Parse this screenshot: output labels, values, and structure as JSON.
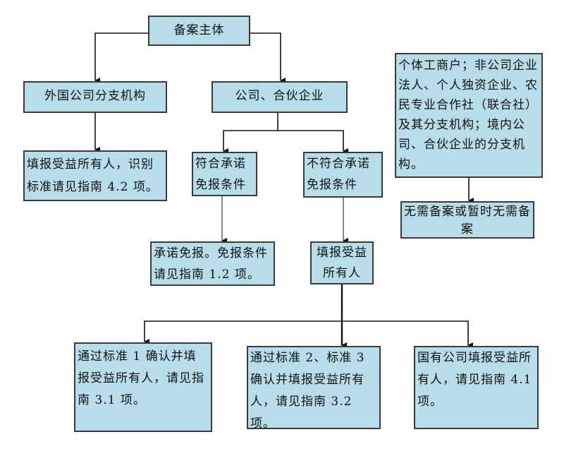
{
  "nodes": {
    "root": "备案主体",
    "foreign_branch": "外国公司分支机构",
    "company": "公司、合伙企业",
    "foreign_fill": "填报受益所有人，识别标准请见指南 4.2 项。",
    "meets_exempt": "符合承诺免报条件",
    "not_meets_exempt": "不符合承诺免报条件",
    "exempt_result": "承诺免报。免报条件请见指南 1.2 项。",
    "fill_owner": "填报受益所有人",
    "others": "个体工商户；非公司企业法人、个人独资企业、农民专业合作社（联合社）及其分支机构；境内公司、合伙企业的分支机构。",
    "no_filing": "无需备案或暂时无需备案",
    "std1": "通过标准 1 确认并填报受益所有人，请见指南 3.1 项。",
    "std23": "通过标准 2、标准 3 确认并填报受益所有人，请见指南 3.2 项。",
    "state_owned": "国有公司填报受益所有人，请见指南 4.1 项。"
  },
  "colors": {
    "box_fill": "#b7dde8",
    "border": "#3a3a3a"
  }
}
